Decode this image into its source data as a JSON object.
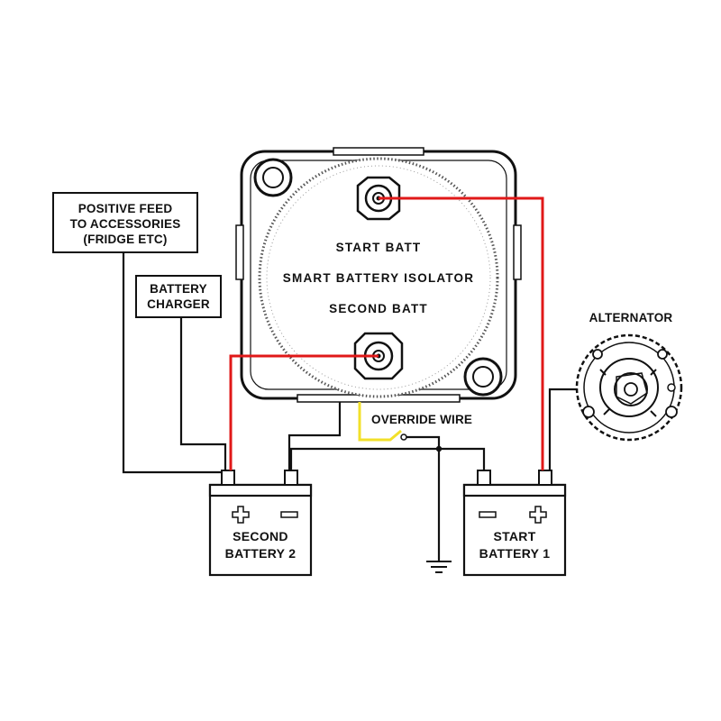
{
  "labels": {
    "positive_feed": [
      "POSITIVE FEED",
      "TO ACCESSORIES",
      "(FRIDGE ETC)"
    ],
    "battery_charger": [
      "BATTERY",
      "CHARGER"
    ],
    "alternator": "ALTERNATOR",
    "isolator_start": "START BATT",
    "isolator_name": "SMART BATTERY ISOLATOR",
    "isolator_second": "SECOND BATT",
    "override": "OVERRIDE WIRE",
    "second_battery": [
      "SECOND",
      "BATTERY 2"
    ],
    "start_battery": [
      "START",
      "BATTERY 1"
    ]
  },
  "colors": {
    "positive_wire": "#e01818",
    "override_wire": "#f2e02a",
    "ground_wire": "#111111"
  },
  "icons": {
    "positive": "plus-icon",
    "negative": "minus-icon",
    "ground": "ground-icon"
  }
}
